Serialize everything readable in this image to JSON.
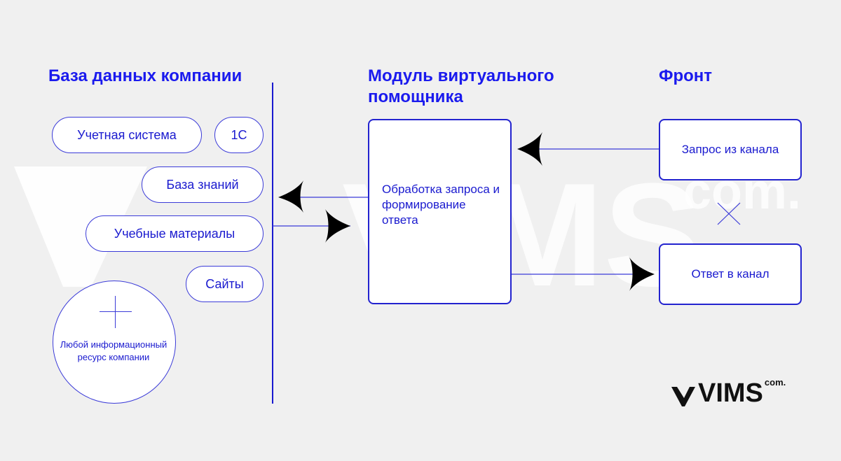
{
  "headings": {
    "database": "База данных компании",
    "module": "Модуль виртуального помощника",
    "front": "Фронт"
  },
  "database_items": {
    "accounting": "Учетная система",
    "onec": "1С",
    "knowledge_base": "База знаний",
    "training": "Учебные материалы",
    "sites": "Сайты",
    "any_resource": "Любой информационный ресурс компании"
  },
  "module_box": {
    "text": "Обработка запроса и формирование ответа"
  },
  "front_boxes": {
    "request": "Запрос из канала",
    "response": "Ответ в канал"
  },
  "logo": {
    "name": "VIMS",
    "suffix": "com.",
    "icon": "vims-chevron-logo-icon"
  },
  "watermark": {
    "icon": "vims-chevron-watermark-icon",
    "text": "VIMS",
    "suffix": "com."
  },
  "colors": {
    "background": "#f0f0f0",
    "accent": "#1a1aee",
    "border": "#2323cf",
    "arrow": "#000000"
  },
  "icons": {
    "plus": "plus-icon",
    "cross": "x-cross-icon",
    "arrow": "arrowhead-icon"
  }
}
